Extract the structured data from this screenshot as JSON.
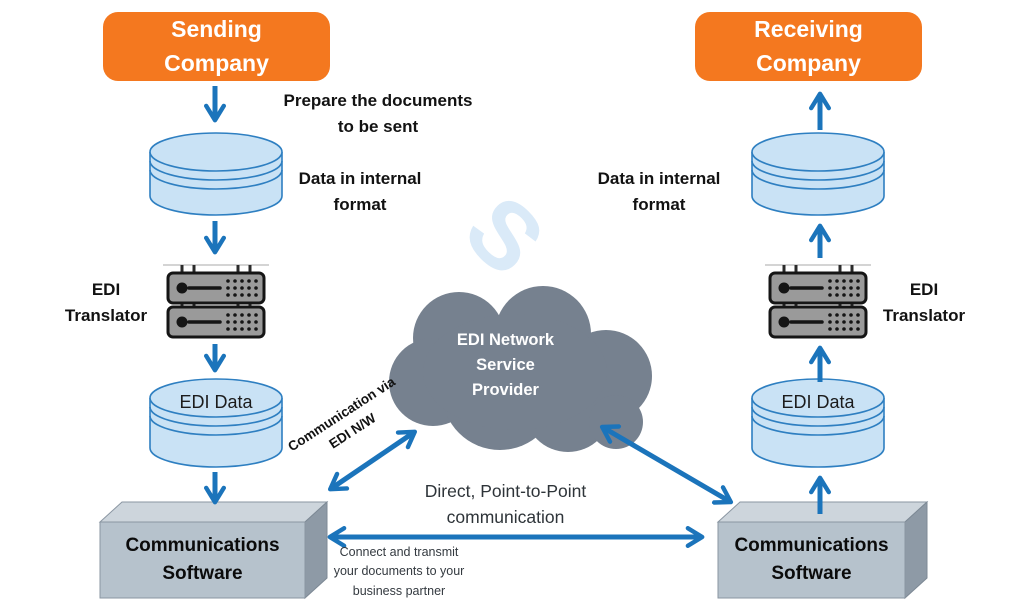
{
  "sender": {
    "company_label": "Sending\nCompany",
    "prepare_note": "Prepare the documents\nto be sent",
    "data_internal_label": "Data in internal\nformat",
    "translator_label": "EDI\nTranslator",
    "edi_data_label": "EDI Data",
    "software_label": "Communications\nSoftware"
  },
  "receiver": {
    "company_label": "Receiving\nCompany",
    "data_internal_label": "Data in internal\nformat",
    "translator_label": "EDI\nTranslator",
    "edi_data_label": "EDI Data",
    "software_label": "Communications\nSoftware"
  },
  "network": {
    "cloud_label": "EDI Network\nService\nProvider",
    "via_edi_label": "Communication via\nEDI N/W",
    "direct_label": "Direct, Point-to-Point\ncommunication",
    "connect_note": "Connect and transmit\nyour documents to your\nbusiness partner"
  },
  "colors": {
    "company_orange": "#F4781F",
    "arrow_blue": "#1B74BB",
    "cylinder_fill": "#C9E2F5",
    "cylinder_stroke": "#2E7FC1",
    "cloud_gray": "#76818F",
    "box_front_gray": "#B6C2CC",
    "box_top_gray": "#CDD5DC",
    "box_side_gray": "#8E9AA6"
  },
  "icons": {
    "database_icon": "cylinder",
    "server_icon": "rack-server",
    "cloud_icon": "cloud",
    "arrow_icon": "chevron-arrow",
    "watermark_icon": "s-logo"
  }
}
